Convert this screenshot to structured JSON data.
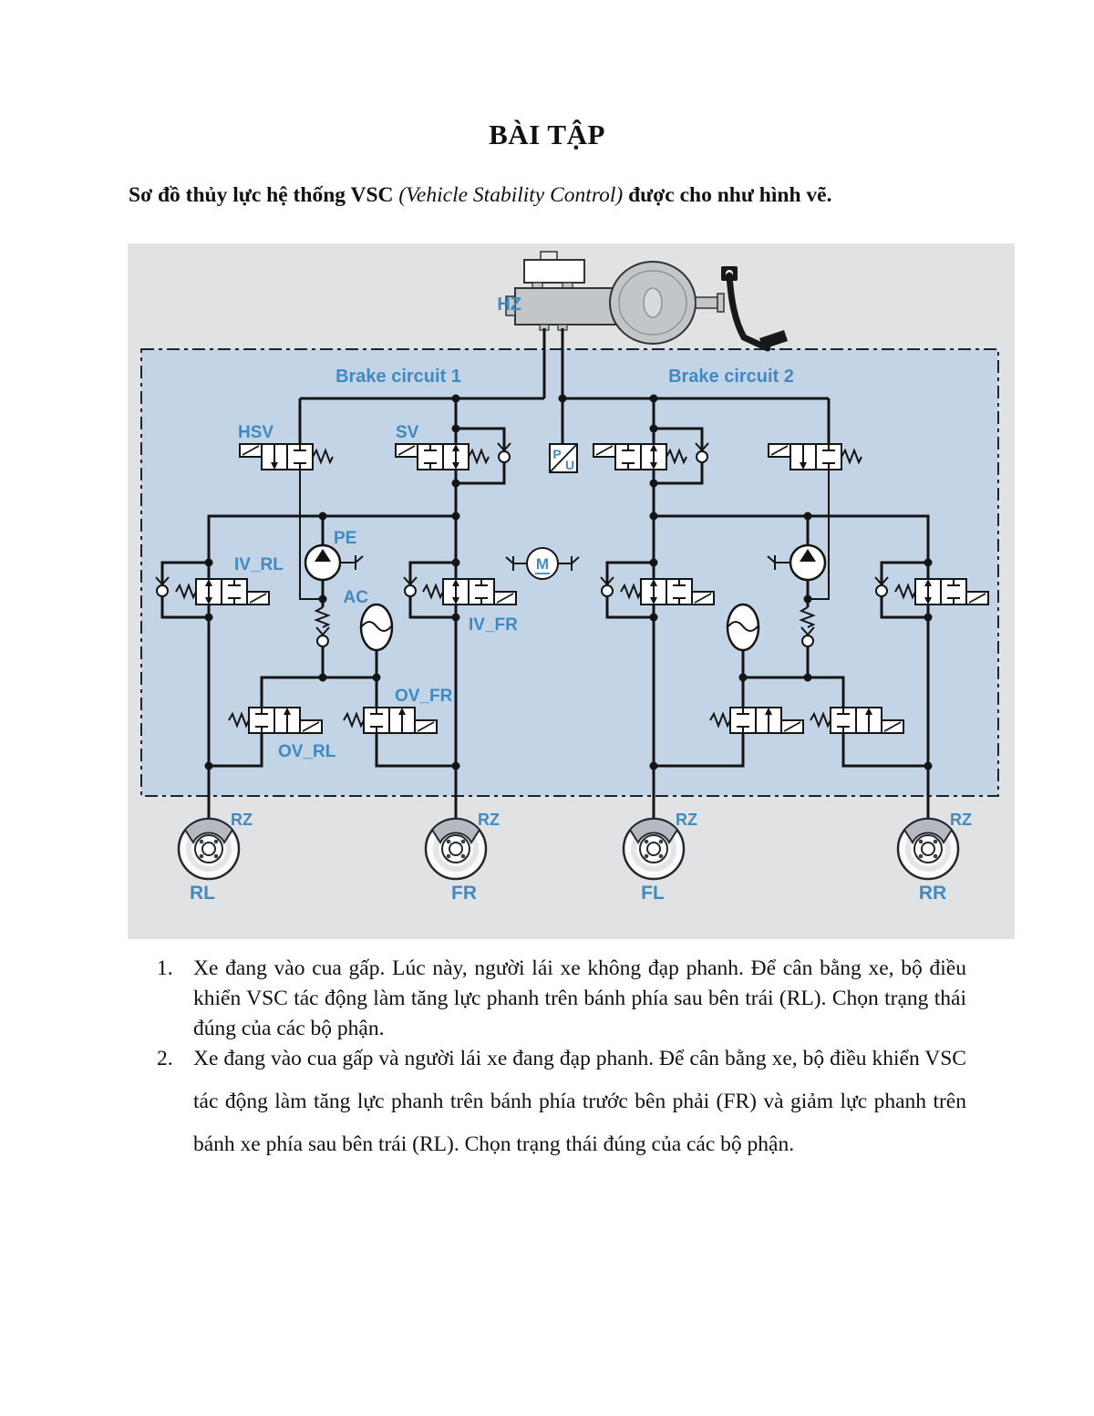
{
  "page": {
    "title": "BÀI TẬP",
    "intro": {
      "pre": "Sơ đồ thủy lực hệ thống VSC ",
      "italic": "(Vehicle Stability Control)",
      "post": " được cho như hình vẽ."
    },
    "questions": [
      {
        "number": "1.",
        "text": "Xe đang vào cua gấp. Lúc này, người lái xe không đạp phanh. Để cân bằng xe, bộ điều khiển VSC tác động làm tăng lực phanh trên bánh phía sau bên trái (RL). Chọn trạng thái đúng của các bộ phận."
      },
      {
        "number": "2.",
        "text": "Xe đang vào cua gấp và người lái xe đang đạp phanh. Để cân bằng xe, bộ điều khiển VSC tác động làm tăng lực phanh trên bánh phía trước bên phải (FR) và giảm lực phanh trên bánh xe phía sau bên trái (RL). Chọn trạng thái đúng của các bộ phận."
      }
    ]
  },
  "diagram": {
    "labels": {
      "hz": "HZ",
      "brake_circuit_1": "Brake circuit 1",
      "brake_circuit_2": "Brake circuit 2",
      "hsv": "HSV",
      "sv": "SV",
      "p": "P",
      "u": "U",
      "pe": "PE",
      "ac": "AC",
      "m": "M",
      "iv_rl": "IV_RL",
      "iv_fr": "IV_FR",
      "ov_rl": "OV_RL",
      "ov_fr": "OV_FR",
      "rz": "RZ",
      "wheels": [
        "RL",
        "FR",
        "FL",
        "RR"
      ]
    },
    "colors": {
      "label_blue": "#4189c0",
      "inner_bg": "#c4d4e7",
      "outer_bg": "#e1e2e4",
      "line": "#141414"
    }
  }
}
